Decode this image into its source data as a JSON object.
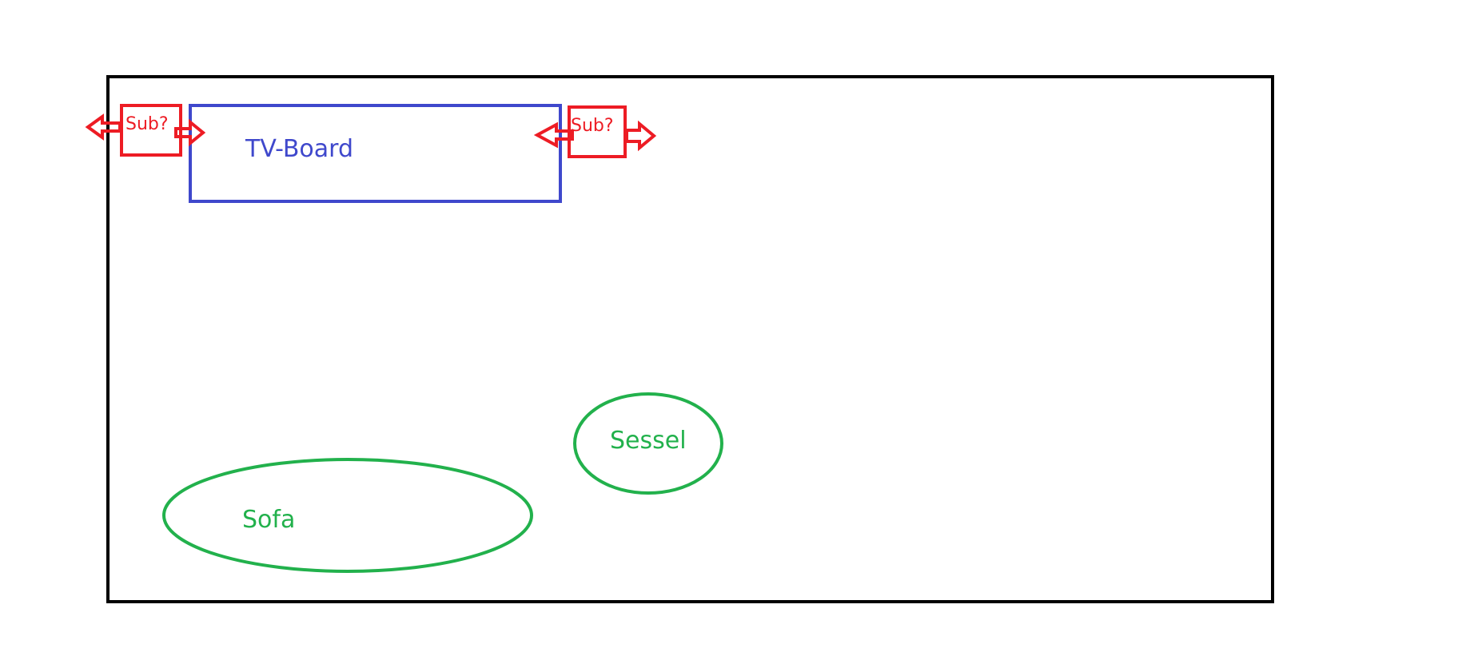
{
  "labels": {
    "tv_board": "TV-Board",
    "sub_left": "Sub?",
    "sub_right": "Sub?",
    "sessel": "Sessel",
    "sofa": "Sofa"
  },
  "colors": {
    "room_outline": "#000000",
    "tv_board": "#3f48cc",
    "subwoofer": "#ed1c24",
    "seating": "#22b14c",
    "background": "#ffffff"
  }
}
